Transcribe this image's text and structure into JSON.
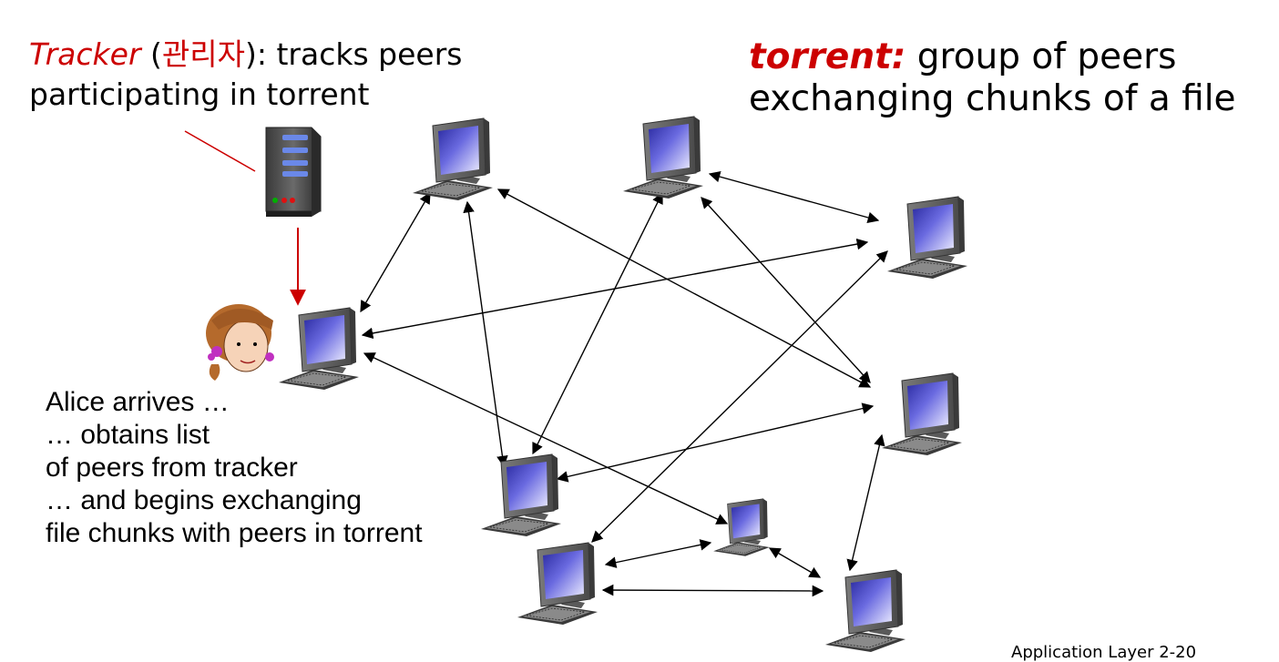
{
  "tracker": {
    "keyword": "Tracker",
    "korean": "관리자",
    "line1_rest": " tracks peers",
    "line2": "participating in torrent"
  },
  "torrent": {
    "keyword": "torrent:",
    "line1_rest": " group of peers",
    "line2": "exchanging  chunks of a file"
  },
  "alice": {
    "lines": [
      "Alice arrives  …",
      " … obtains list",
      " of peers from tracker",
      " … and begins exchanging",
      "file chunks with peers in torrent"
    ]
  },
  "footer": "Application Layer 2-20",
  "colors": {
    "accent_red": "#cc0000",
    "arrow": "#000000",
    "screen_blue": "#4040c8"
  },
  "icons": [
    "server-icon",
    "computer-icon",
    "alice-avatar-icon"
  ]
}
